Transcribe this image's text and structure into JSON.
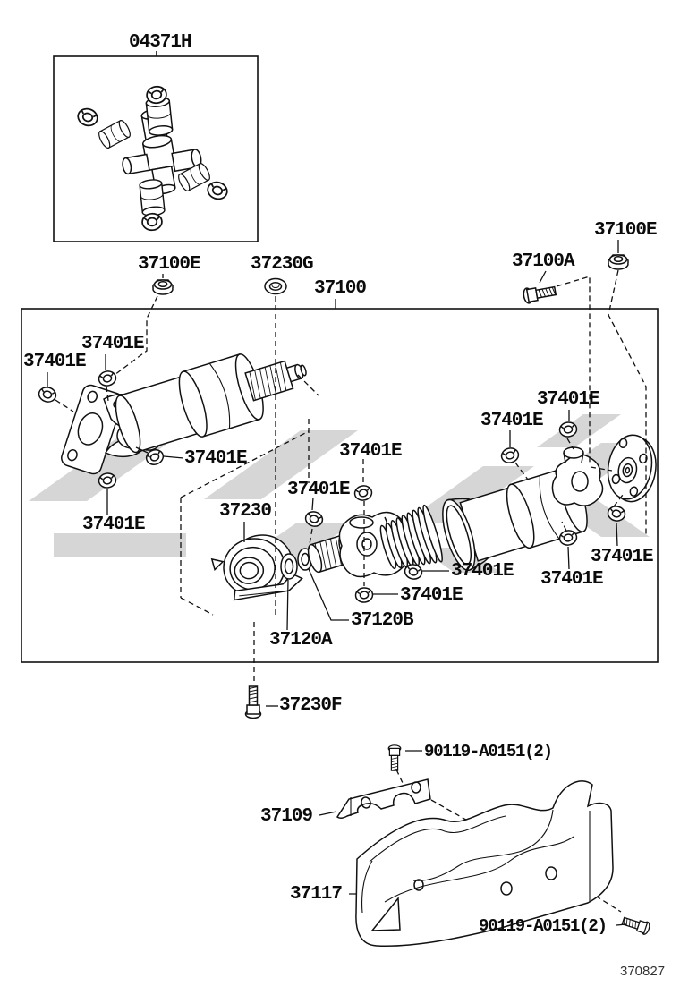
{
  "diagram": {
    "title_hint": "propeller shaft exploded parts diagram",
    "drawing_number": "370827",
    "colors": {
      "line": "#111111",
      "watermark": "#d6d6d6",
      "background": "#ffffff"
    },
    "icons": {
      "snap_ring": "split-ring",
      "hex_nut": "flanged-hex-nut",
      "grommet": "donut-ring",
      "bolt": "flanged-hex-bolt"
    },
    "labels": [
      {
        "text": "04371H"
      },
      {
        "text": "37100E"
      },
      {
        "text": "37230G"
      },
      {
        "text": "37100"
      },
      {
        "text": "37100A"
      },
      {
        "text": "37100E"
      },
      {
        "text": "37401E"
      },
      {
        "text": "37401E"
      },
      {
        "text": "37401E"
      },
      {
        "text": "37401E"
      },
      {
        "text": "37401E"
      },
      {
        "text": "37401E"
      },
      {
        "text": "37401E"
      },
      {
        "text": "37401E"
      },
      {
        "text": "37401E"
      },
      {
        "text": "37401E"
      },
      {
        "text": "37401E"
      },
      {
        "text": "37401E"
      },
      {
        "text": "37230"
      },
      {
        "text": "37120B"
      },
      {
        "text": "37120A"
      },
      {
        "text": "37230F"
      },
      {
        "text": "90119-A0151(2)"
      },
      {
        "text": "37109"
      },
      {
        "text": "37117"
      },
      {
        "text": "90119-A0151(2)"
      }
    ]
  }
}
